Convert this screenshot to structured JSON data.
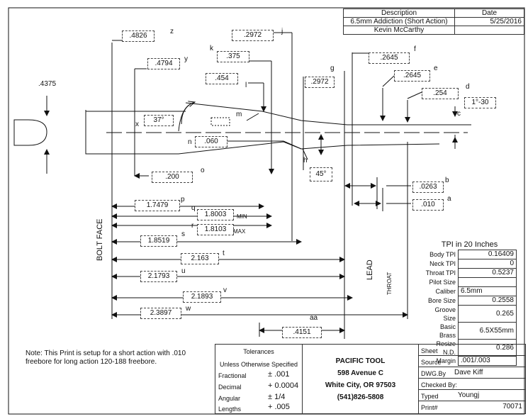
{
  "title_block": {
    "description_header": "Description",
    "date_header": "Date",
    "description": "6.5mm Addiction (Short Action)",
    "date": "5/25/2016",
    "author": "Kevin McCarthy"
  },
  "dimensions": {
    "z": {
      "value": ".4826",
      "letter": "z"
    },
    "y": {
      "value": ".4794",
      "letter": "y"
    },
    "j": {
      "value": ".2972",
      "letter": "j"
    },
    "k": {
      "value": ".375",
      "letter": "k"
    },
    "l": {
      "value": ".454",
      "letter": "l"
    },
    "g": {
      "value": ".2972",
      "letter": "g"
    },
    "f": {
      "value": ".2645",
      "letter": "f"
    },
    "e": {
      "value": ".2645",
      "letter": "e"
    },
    "d": {
      "value": ".254",
      "letter": "d"
    },
    "c": {
      "value": "1°-30",
      "letter": "c"
    },
    "x": {
      "value": "37°",
      "letter": "x"
    },
    "m": {
      "value": "",
      "letter": "m"
    },
    "n": {
      "value": ".060",
      "letter": "n"
    },
    "h": {
      "value": "45°",
      "letter": "h"
    },
    "o": {
      "value": ".200",
      "letter": "o"
    },
    "b": {
      "value": ".0263",
      "letter": "b"
    },
    "a": {
      "value": ".010",
      "letter": "a"
    },
    "p": {
      "value": "1.7479",
      "letter": "p"
    },
    "q": {
      "value": "1.8003",
      "letter": "q",
      "suffix": "MIN"
    },
    "r": {
      "value": "1.8103",
      "letter": "r",
      "suffix": "MAX"
    },
    "s": {
      "value": "1.8519",
      "letter": "s"
    },
    "t": {
      "value": "2.163",
      "letter": "t"
    },
    "u": {
      "value": "2.1793",
      "letter": "u"
    },
    "v": {
      "value": "2.1893",
      "letter": "v"
    },
    "w": {
      "value": "2.3897",
      "letter": "w"
    },
    "aa": {
      "value": ".4151",
      "letter": "aa"
    }
  },
  "shank_dia": ".4375",
  "labels": {
    "bolt_face": "BOLT FACE",
    "lead": "LEAD",
    "throat": "THROAT"
  },
  "tpi": {
    "heading": "TPI in 20 Inches",
    "rows": [
      {
        "key": "Body TPI",
        "value": "0.16409"
      },
      {
        "key": "Neck TPI",
        "value": "0"
      },
      {
        "key": "Throat TPI",
        "value": "0.5237"
      },
      {
        "key": "Pilot Size",
        "value": ""
      },
      {
        "key": "Caliber",
        "value": "6.5mm"
      },
      {
        "key": "Bore Size",
        "value": "0.2558"
      },
      {
        "key": "Groove Size",
        "value": "0.265"
      },
      {
        "key": "Basic Brass",
        "value": "6.5X55mm"
      },
      {
        "key": "Resize N.D.",
        "value": "0.286"
      },
      {
        "key": "Margin",
        "value": ".001/.003"
      }
    ]
  },
  "note": "Note: This Print is setup for a short action with .010 freebore for long action 120-188 freebore.",
  "tolerances": {
    "heading": "Tolerances",
    "subheading": "Unless Otherwise Specified",
    "rows": [
      {
        "key": "Fractional",
        "value": "± .001"
      },
      {
        "key": "Decimal",
        "value": "+ 0.0004"
      },
      {
        "key": "Angular",
        "value": "± 1/4"
      },
      {
        "key": "Lengths",
        "value": "+ .005"
      }
    ]
  },
  "company": {
    "name": "PACIFIC TOOL",
    "street": "598 Avenue C",
    "city": "White City, OR 97503",
    "phone": "(541)826-5808"
  },
  "sidebox": {
    "sheet": "Sheet",
    "source": "Source",
    "dwg_by_label": "DWG.By",
    "dwg_by": "Dave Kiff",
    "checked_by": "Checked By:",
    "typed_label": "Typed",
    "typed": "Youngj",
    "print_label": "Print#",
    "print": "70071"
  }
}
